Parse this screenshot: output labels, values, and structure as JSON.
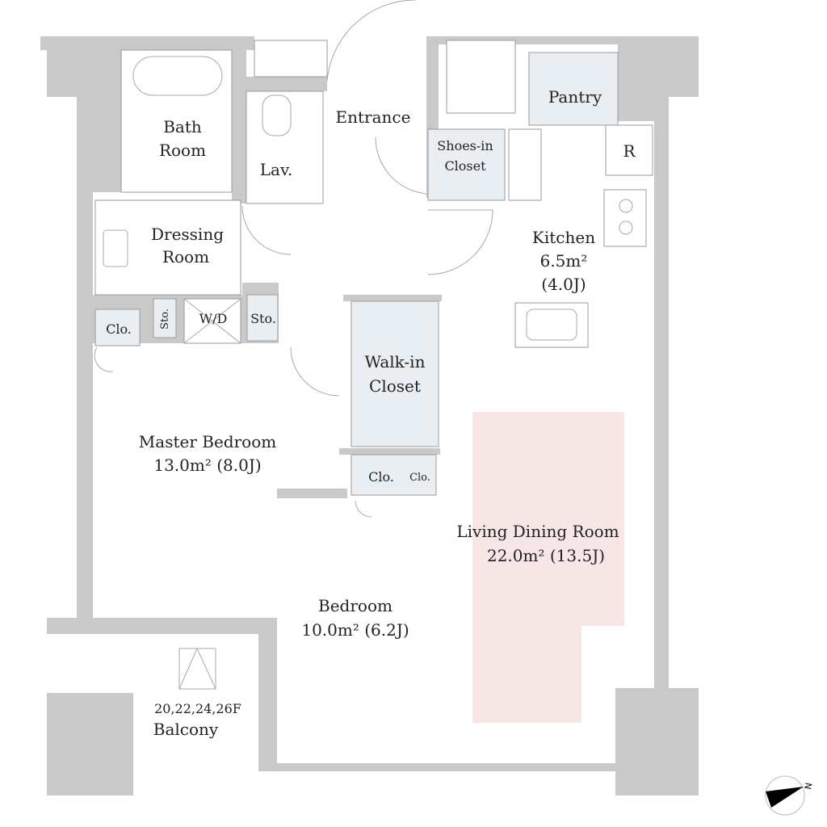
{
  "rooms": {
    "bath": [
      "Bath",
      "Room"
    ],
    "lav": "Lav.",
    "entrance": "Entrance",
    "shoes": [
      "Shoes-in",
      "Closet"
    ],
    "pantry": "Pantry",
    "fridge": "R",
    "dressing": [
      "Dressing",
      "Room"
    ],
    "kitchen": [
      "Kitchen",
      "6.5m²",
      "(4.0J)"
    ],
    "clo_left": "Clo.",
    "sto_left": "Sto.",
    "wd": "W/D",
    "sto_mid": "Sto.",
    "walkin": [
      "Walk-in",
      "Closet"
    ],
    "master": [
      "Master Bedroom",
      "13.0m²  (8.0J)"
    ],
    "clo_mid": "Clo.",
    "clo_small": "Clo.",
    "living": [
      "Living Dining Room",
      "22.0m²  (13.5J)"
    ],
    "bedroom": [
      "Bedroom",
      "10.0m²  (6.2J)"
    ],
    "balcony": [
      "20,22,24,26F",
      "Balcony"
    ]
  },
  "compass": {
    "label": "N"
  },
  "colors": {
    "wall": "#c9c9c9",
    "closet": "#e9eef3",
    "living_highlight": "#f6e6e6"
  }
}
